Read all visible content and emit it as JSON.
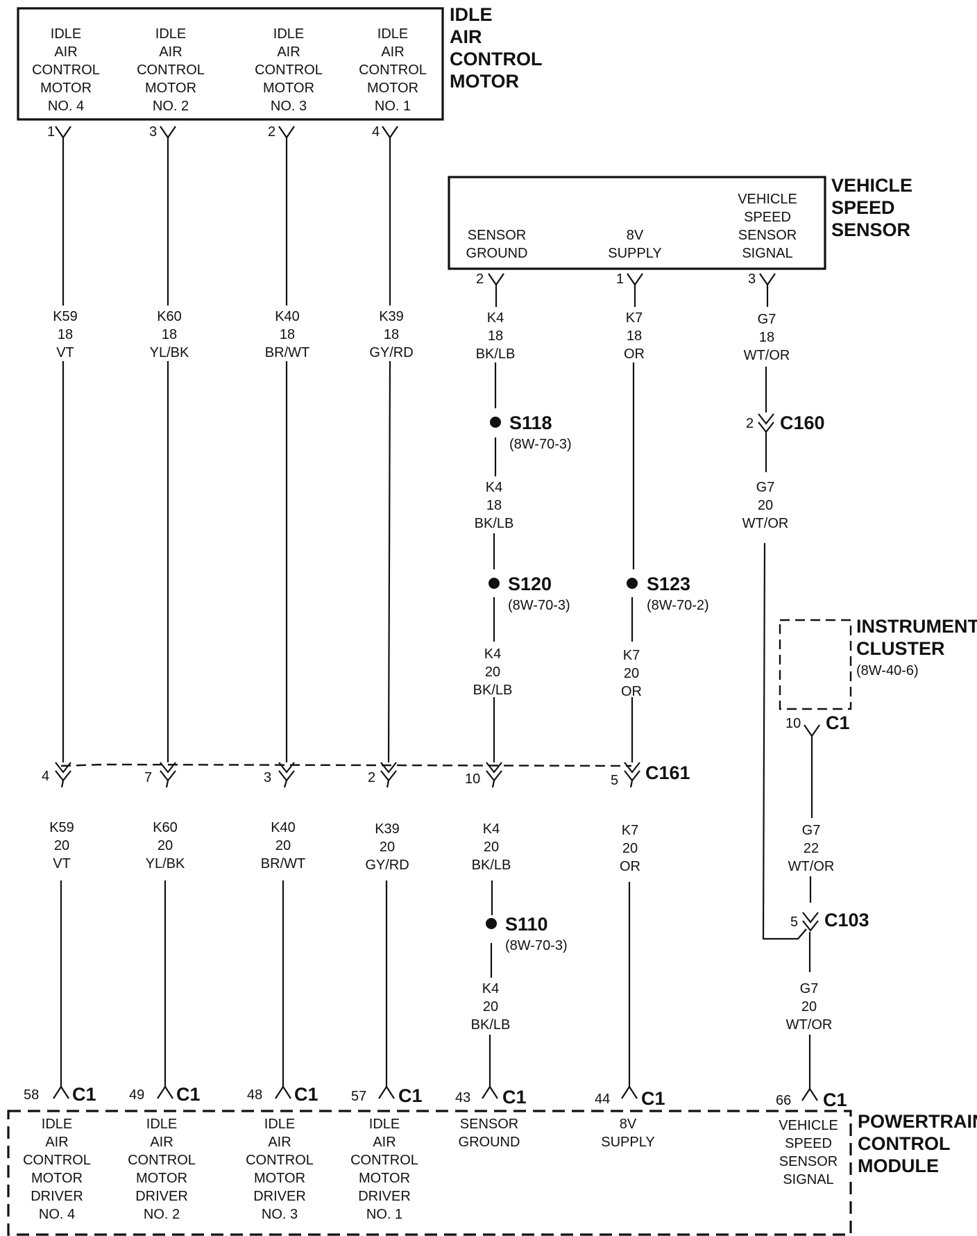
{
  "components": {
    "iac_motor": {
      "title": [
        "IDLE",
        "AIR",
        "CONTROL",
        "MOTOR"
      ],
      "pins": [
        [
          "IDLE",
          "AIR",
          "CONTROL",
          "MOTOR",
          "NO. 4"
        ],
        [
          "IDLE",
          "AIR",
          "CONTROL",
          "MOTOR",
          "NO. 2"
        ],
        [
          "IDLE",
          "AIR",
          "CONTROL",
          "MOTOR",
          "NO. 3"
        ],
        [
          "IDLE",
          "AIR",
          "CONTROL",
          "MOTOR",
          "NO. 1"
        ]
      ]
    },
    "vss": {
      "title": [
        "VEHICLE",
        "SPEED",
        "SENSOR"
      ],
      "pins": [
        [
          "SENSOR",
          "GROUND"
        ],
        [
          "8V",
          "SUPPLY"
        ],
        [
          "VEHICLE",
          "SPEED",
          "SENSOR",
          "SIGNAL"
        ]
      ]
    },
    "cluster": {
      "title": [
        "INSTRUMENT",
        "CLUSTER"
      ],
      "ref": "(8W-40-6)"
    },
    "pcm": {
      "title": [
        "POWERTRAIN",
        "CONTROL",
        "MODULE"
      ],
      "pins": [
        [
          "IDLE",
          "AIR",
          "CONTROL",
          "MOTOR",
          "DRIVER",
          "NO. 4"
        ],
        [
          "IDLE",
          "AIR",
          "CONTROL",
          "MOTOR",
          "DRIVER",
          "NO. 2"
        ],
        [
          "IDLE",
          "AIR",
          "CONTROL",
          "MOTOR",
          "DRIVER",
          "NO. 3"
        ],
        [
          "IDLE",
          "AIR",
          "CONTROL",
          "MOTOR",
          "DRIVER",
          "NO. 1"
        ],
        [
          "SENSOR",
          "GROUND"
        ],
        [
          "8V",
          "SUPPLY"
        ],
        [
          "VEHICLE",
          "SPEED",
          "SENSOR",
          "SIGNAL"
        ]
      ]
    }
  },
  "top_pins": [
    "1",
    "3",
    "2",
    "4"
  ],
  "vss_pins": [
    "2",
    "1",
    "3"
  ],
  "wires_upper": [
    [
      "K59",
      "18",
      "VT"
    ],
    [
      "K60",
      "18",
      "YL/BK"
    ],
    [
      "K40",
      "18",
      "BR/WT"
    ],
    [
      "K39",
      "18",
      "GY/RD"
    ],
    [
      "K4",
      "18",
      "BK/LB"
    ],
    [
      "K7",
      "18",
      "OR"
    ],
    [
      "G7",
      "18",
      "WT/OR"
    ]
  ],
  "wires_lower": [
    [
      "K59",
      "20",
      "VT"
    ],
    [
      "K60",
      "20",
      "YL/BK"
    ],
    [
      "K40",
      "20",
      "BR/WT"
    ],
    [
      "K39",
      "20",
      "GY/RD"
    ],
    [
      "K4",
      "20",
      "BK/LB"
    ],
    [
      "K7",
      "20",
      "OR"
    ]
  ],
  "k4_mid1": [
    "K4",
    "18",
    "BK/LB"
  ],
  "k4_mid2": [
    "K4",
    "20",
    "BK/LB"
  ],
  "k7_mid": [
    "K7",
    "20",
    "OR"
  ],
  "k4_bottom": [
    "K4",
    "20",
    "BK/LB"
  ],
  "g7_mid": [
    "G7",
    "20",
    "WT/OR"
  ],
  "g7_cluster": [
    "G7",
    "22",
    "WT/OR"
  ],
  "g7_bottom": [
    "G7",
    "20",
    "WT/OR"
  ],
  "splices": {
    "s118": {
      "name": "S118",
      "ref": "(8W-70-3)"
    },
    "s120": {
      "name": "S120",
      "ref": "(8W-70-3)"
    },
    "s123": {
      "name": "S123",
      "ref": "(8W-70-2)"
    },
    "s110": {
      "name": "S110",
      "ref": "(8W-70-3)"
    }
  },
  "connectors": {
    "c160": {
      "name": "C160",
      "pin": "2"
    },
    "c161": {
      "name": "C161",
      "pins": [
        "4",
        "7",
        "3",
        "2",
        "10",
        "5"
      ]
    },
    "c103": {
      "name": "C103",
      "pin": "5"
    },
    "cluster_c1": {
      "name": "C1",
      "pin": "10"
    },
    "pcm_c1": {
      "name": "C1",
      "pins": [
        "58",
        "49",
        "48",
        "57",
        "43",
        "44",
        "66"
      ]
    }
  }
}
